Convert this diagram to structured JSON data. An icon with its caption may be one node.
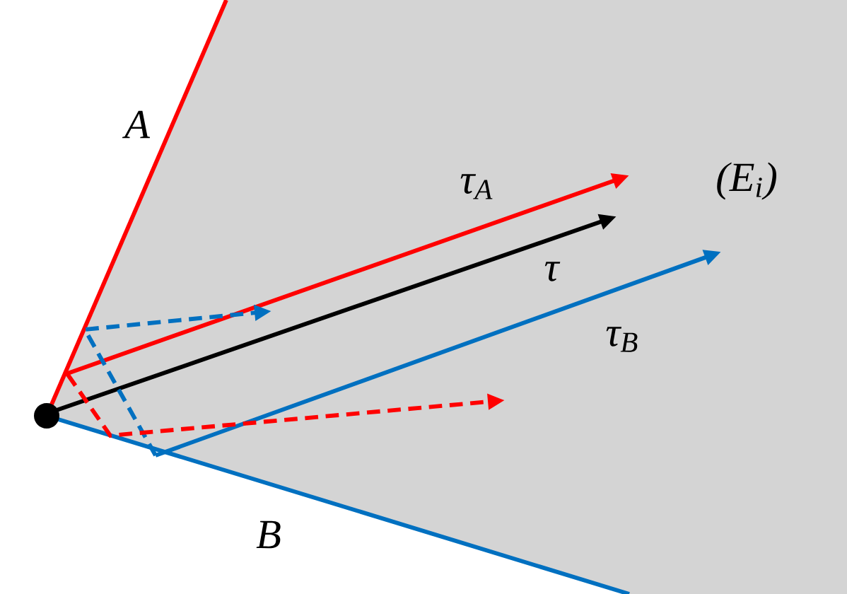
{
  "diagram": {
    "labels": [
      "A",
      "τ$_{A}$",
      "(E$_{i}$)",
      "τ",
      "τ$_{B}$",
      "B"
    ]
  }
}
